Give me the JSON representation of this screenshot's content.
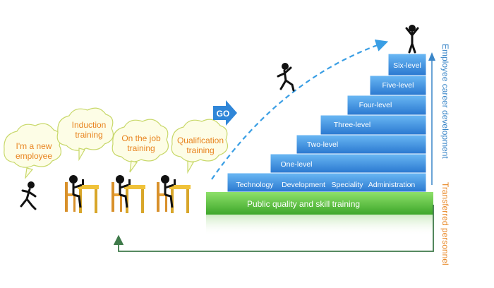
{
  "bubbles": {
    "new_employee": "I'm a new employee",
    "induction": "Induction training",
    "on_job": "On the job training",
    "qualification": "Qualification training"
  },
  "go_label": "GO",
  "steps": {
    "one": "One-level",
    "two": "Two-level",
    "three": "Three-level",
    "four": "Four-level",
    "five": "Five-level",
    "six": "Six-level"
  },
  "tracks": {
    "technology": "Technology",
    "development": "Development",
    "speciality": "Speciality",
    "administration": "Administration"
  },
  "base_label": "Public quality and skill training",
  "side_labels": {
    "career": "Employee career development",
    "transferred": "Transferred personnel"
  },
  "colors": {
    "bubble_text": "#e8841f",
    "step_blue": "#3b8fe0",
    "base_green": "#5cc23c",
    "career_text": "#3a86c8",
    "transferred_text": "#e8841f",
    "return_line": "#3f7a4a"
  }
}
